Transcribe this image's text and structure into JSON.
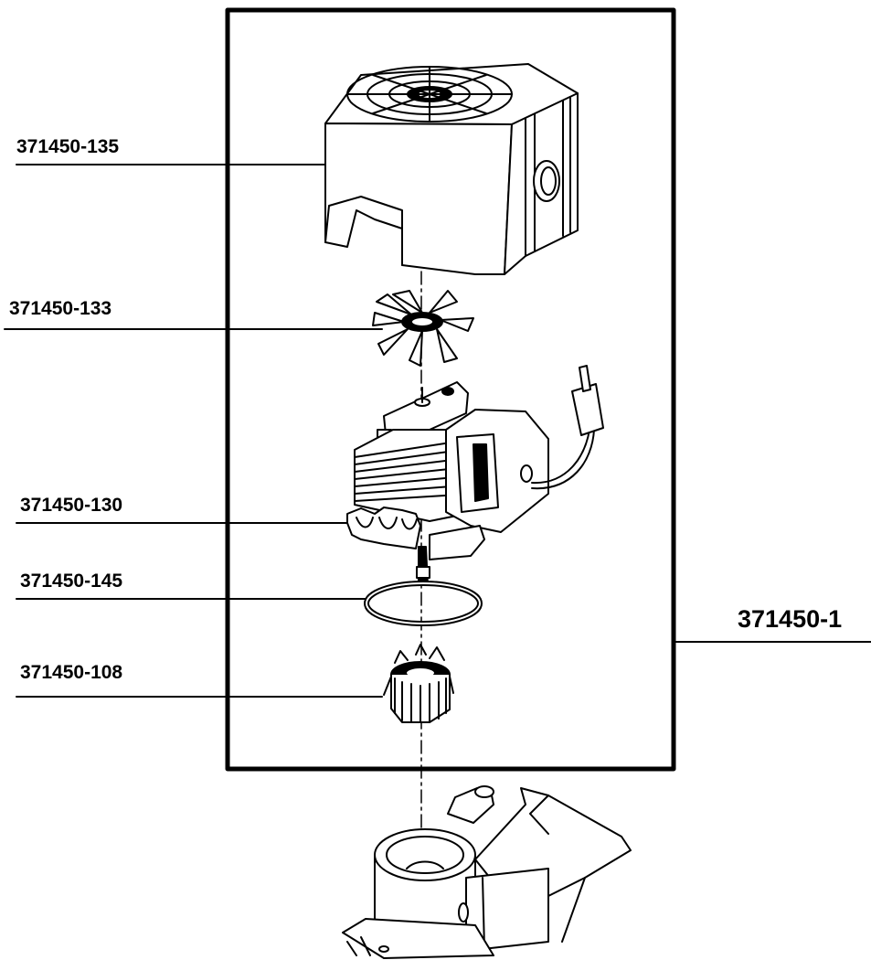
{
  "labels": {
    "housing_cover": "371450-135",
    "fan_blade": "371450-133",
    "motor": "371450-130",
    "o_ring": "371450-145",
    "impeller": "371450-108",
    "assembly": "371450-1"
  },
  "colors": {
    "ink": "#000000",
    "paper": "#ffffff"
  }
}
